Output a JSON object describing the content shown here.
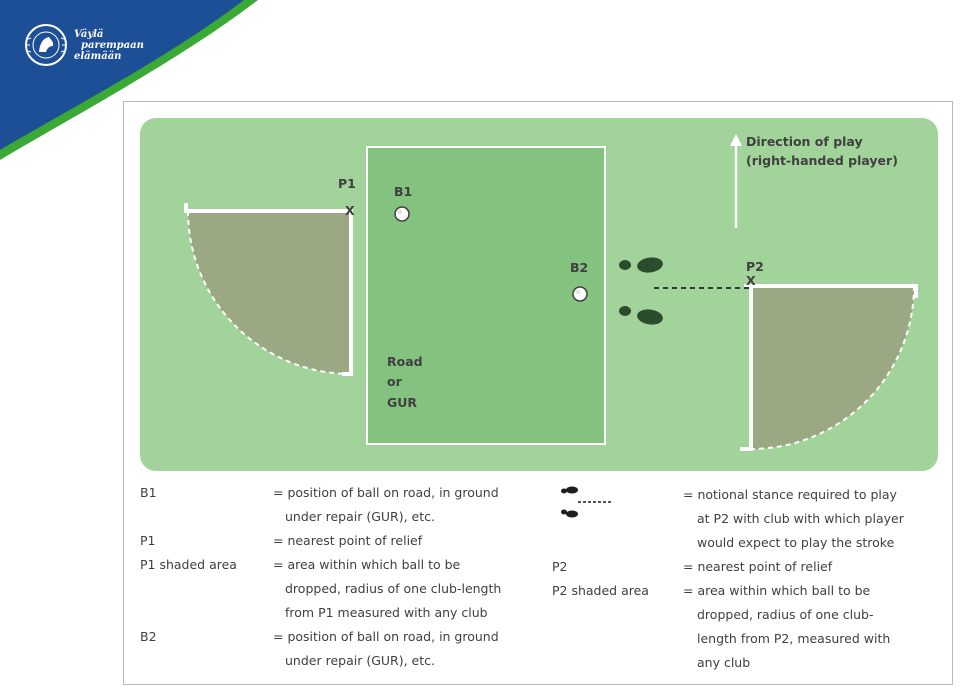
{
  "logo": {
    "line1": "Väylä",
    "line2": "parempaan",
    "line3": "elämään",
    "seal_text": "SUOMEN GOLFLIITTO FINLANDS GOLFFÖRBUND",
    "colors": {
      "blue": "#1d4f96",
      "green": "#3aa935"
    }
  },
  "diagram": {
    "direction_label_1": "Direction of play",
    "direction_label_2": "(right-handed player)",
    "road_label_1": "Road",
    "road_label_2": "or",
    "road_label_3": "GUR",
    "b1_label": "B1",
    "b2_label": "B2",
    "p1_label": "P1",
    "p2_label": "P2",
    "p1_mark": "X",
    "p2_mark": "X",
    "colors": {
      "field": "#a2d39a",
      "road": "#84c37f",
      "shaded": "#9aa883",
      "stance": "#2b4d2e"
    }
  },
  "legend": {
    "left": [
      {
        "term": "B1",
        "lines": [
          "= position of ball on road, in ground",
          "under repair (GUR), etc."
        ]
      },
      {
        "term": "P1",
        "lines": [
          "= nearest point of relief"
        ]
      },
      {
        "term": "P1 shaded area",
        "lines": [
          "= area within which ball to be",
          "dropped, radius of one club-length",
          "from P1 measured with any club"
        ]
      },
      {
        "term": "B2",
        "lines": [
          "= position of ball on road, in ground",
          "under repair (GUR), etc."
        ]
      }
    ],
    "right": [
      {
        "term": "",
        "lines": [
          "= notional stance required to play",
          "at P2 with club with which player",
          "would expect to play the stroke"
        ]
      },
      {
        "term": "P2",
        "lines": [
          "= nearest point of relief"
        ]
      },
      {
        "term": "P2 shaded area",
        "lines": [
          "= area within which ball to be",
          "dropped, radius of one club-",
          "length from P2, measured with",
          "any club"
        ]
      }
    ]
  }
}
